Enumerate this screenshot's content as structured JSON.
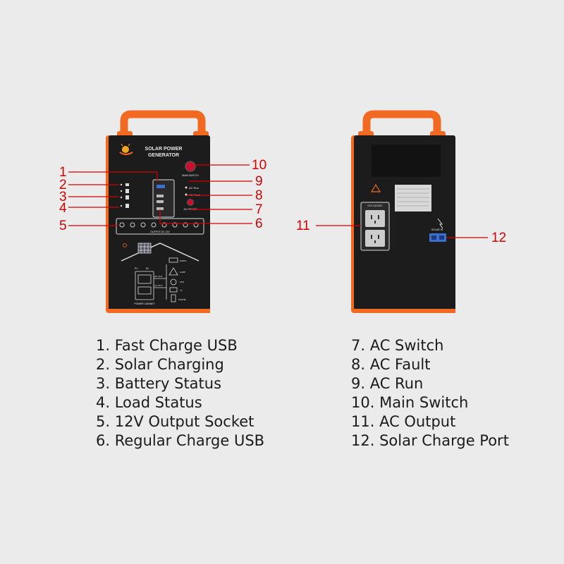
{
  "front": {
    "brand_line1": "SOLAR POWER",
    "brand_line2": "GENERATOR",
    "main_switch_label": "MAIN SWITCH",
    "ac_run_label": "AC Run",
    "ac_fault_label": "AC Fault",
    "ac_power_label": "AC POWER",
    "output_label": "OUTPUT DC 12V",
    "diagram_labels": {
      "pv": "PV",
      "in": "IN",
      "dc_out": "DC OUT",
      "ac_out": "AC OUT",
      "power_cabinet": "POWER CABINET",
      "lamp": "LAMP",
      "fan": "FAN",
      "tv": "TV",
      "radio": "RADIO",
      "phone": "PHONE"
    }
  },
  "back": {
    "ac_output_label": "OUT AC220V",
    "solar_label": "SOLAR IN"
  },
  "callouts": [
    "1",
    "2",
    "3",
    "4",
    "5",
    "6",
    "7",
    "8",
    "9",
    "10",
    "11",
    "12"
  ],
  "legend": {
    "left": [
      "1. Fast Charge USB",
      "2. Solar Charging",
      "3. Battery Status",
      "4. Load Status",
      "5. 12V Output Socket",
      "6. Regular Charge USB"
    ],
    "right": [
      "7. AC Switch",
      "8. AC Fault",
      "9. AC Run",
      "10. Main Switch",
      "11. AC Output",
      "12. Solar Charge Port"
    ]
  },
  "colors": {
    "background": "#ebebeb",
    "body": "#1c1c1c",
    "handle": "#f26a22",
    "callout": "#d40000"
  }
}
